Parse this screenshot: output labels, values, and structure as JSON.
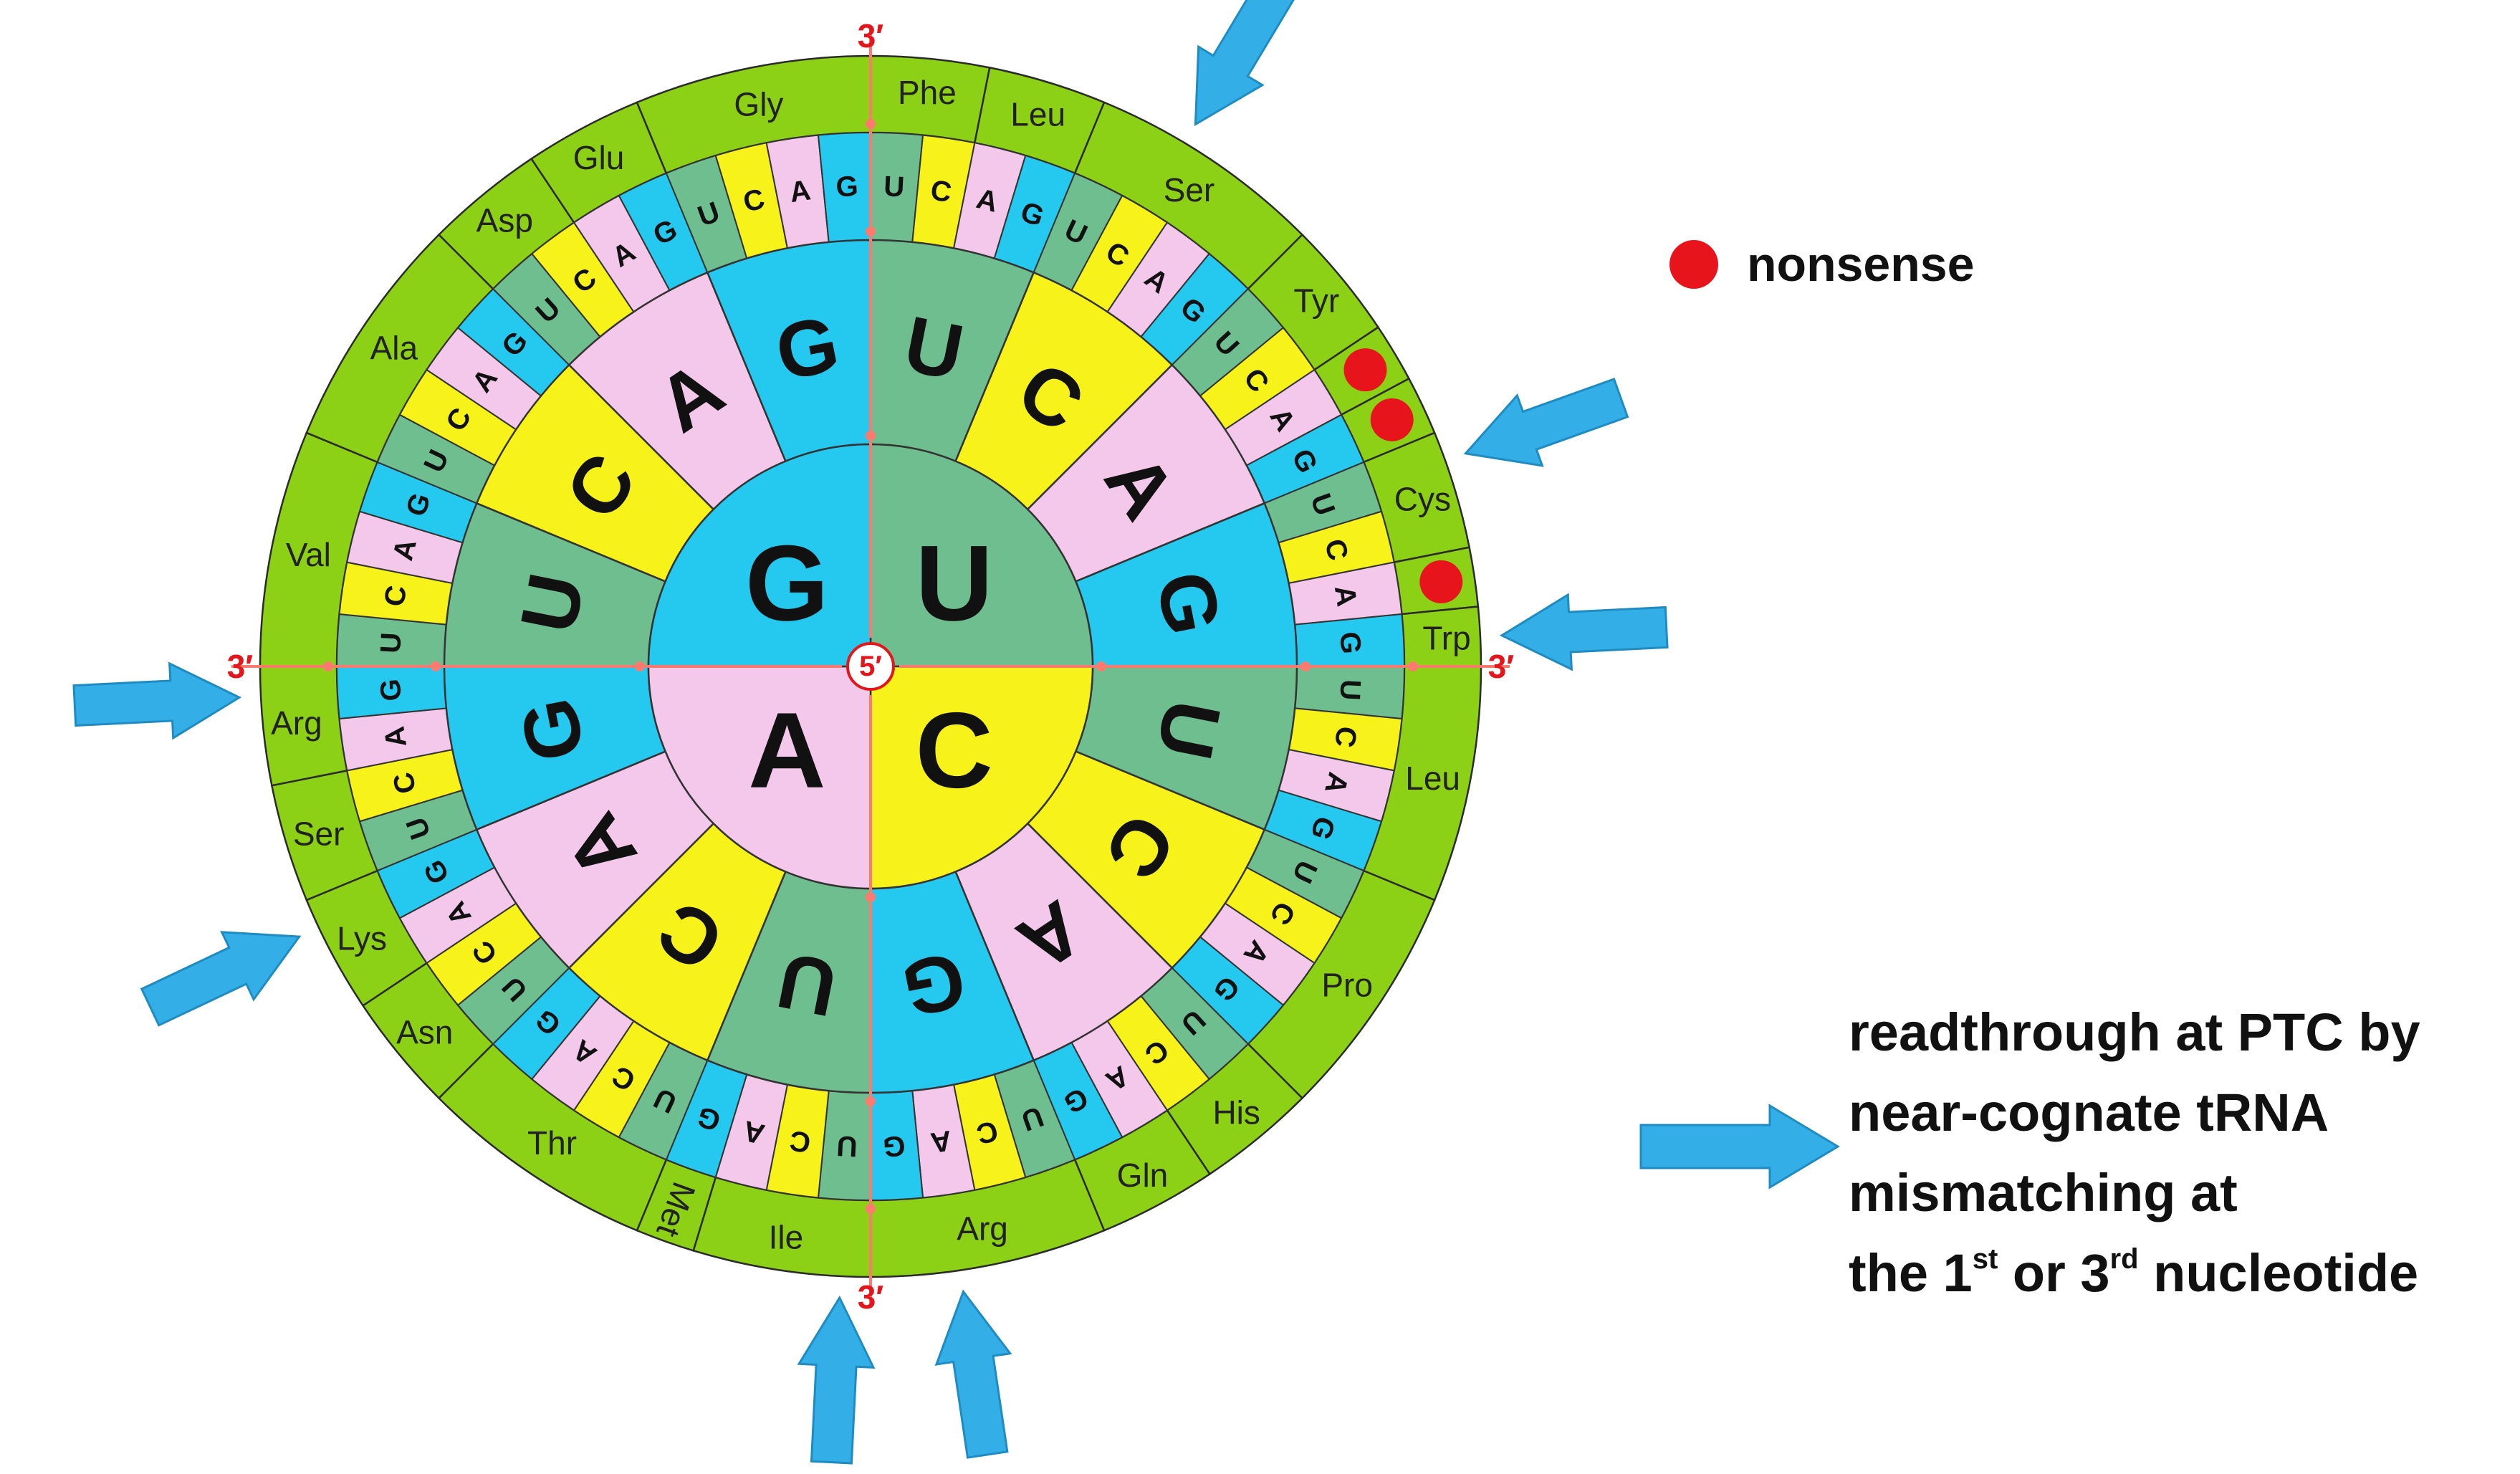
{
  "center_label": "5′",
  "three_prime_label": "3′",
  "first_base": [
    "U",
    "C",
    "A",
    "G"
  ],
  "second_base": [
    "U",
    "C",
    "A",
    "G"
  ],
  "third_base": [
    "U",
    "C",
    "A",
    "G"
  ],
  "amino_acid_groups": [
    {
      "label": "Phe",
      "from": 0,
      "to": 2
    },
    {
      "label": "Leu",
      "from": 2,
      "to": 4
    },
    {
      "label": "Ser",
      "from": 4,
      "to": 8
    },
    {
      "label": "Tyr",
      "from": 8,
      "to": 10
    },
    {
      "label": "",
      "from": 10,
      "to": 11
    },
    {
      "label": "",
      "from": 11,
      "to": 12
    },
    {
      "label": "Cys",
      "from": 12,
      "to": 14
    },
    {
      "label": "",
      "from": 14,
      "to": 15
    },
    {
      "label": "Trp",
      "from": 15,
      "to": 16
    },
    {
      "label": "Leu",
      "from": 16,
      "to": 20
    },
    {
      "label": "Pro",
      "from": 20,
      "to": 24
    },
    {
      "label": "His",
      "from": 24,
      "to": 26
    },
    {
      "label": "Gln",
      "from": 26,
      "to": 28
    },
    {
      "label": "Arg",
      "from": 28,
      "to": 32
    },
    {
      "label": "Ile",
      "from": 32,
      "to": 35
    },
    {
      "label": "Met",
      "from": 35,
      "to": 36
    },
    {
      "label": "Thr",
      "from": 36,
      "to": 40
    },
    {
      "label": "Asn",
      "from": 40,
      "to": 42
    },
    {
      "label": "Lys",
      "from": 42,
      "to": 44
    },
    {
      "label": "Ser",
      "from": 44,
      "to": 46
    },
    {
      "label": "Arg",
      "from": 46,
      "to": 48
    },
    {
      "label": "Val",
      "from": 48,
      "to": 52
    },
    {
      "label": "Ala",
      "from": 52,
      "to": 56
    },
    {
      "label": "Asp",
      "from": 56,
      "to": 58
    },
    {
      "label": "Glu",
      "from": 58,
      "to": 60
    },
    {
      "label": "Gly",
      "from": 60,
      "to": 64
    }
  ],
  "stop_codon_slots": [
    10,
    11,
    14
  ],
  "readthrough_arrow_slots": [
    5,
    12,
    15,
    30,
    32,
    43,
    47
  ],
  "colors": {
    "U": "#6fbe8f",
    "C": "#f7f21a",
    "A": "#f4c8ea",
    "G": "#25c9ef",
    "outer_ring": "#8dd117",
    "nonsense_dot": "#e8141b",
    "arrow": "#34aee6",
    "axis_line": "#ff7a6e"
  },
  "legend": {
    "nonsense": "nonsense",
    "readthrough_line1": "readthrough at PTC by",
    "readthrough_line2": "near-cognate tRNA",
    "readthrough_line3": "mismatching at",
    "readthrough_line4a": "the 1",
    "readthrough_sup1": "st",
    "readthrough_line4b": " or 3",
    "readthrough_sup2": "rd",
    "readthrough_line4c": " nucleotide"
  }
}
